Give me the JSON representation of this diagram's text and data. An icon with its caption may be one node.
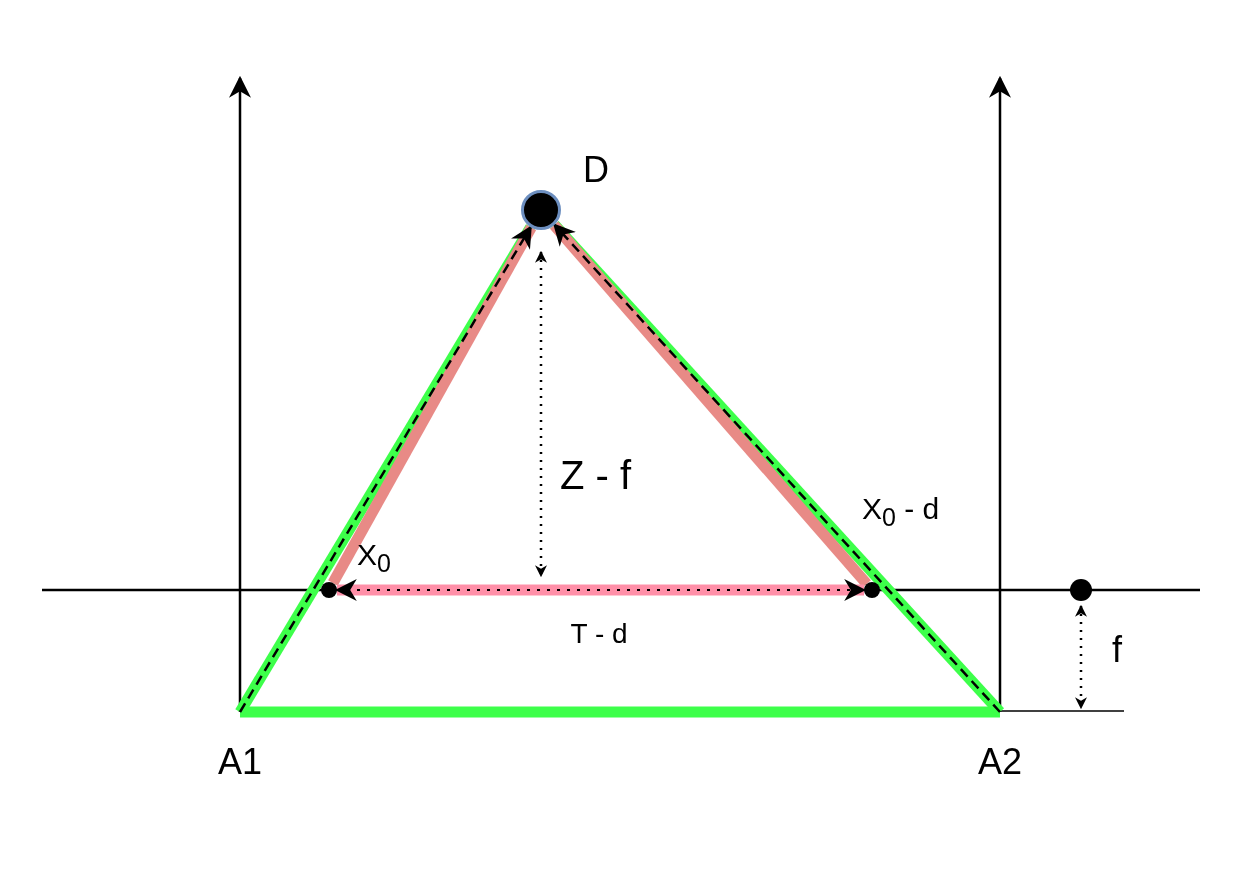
{
  "diagram": {
    "nodes": [
      {
        "text": [],
        "shape": "circle",
        "beside": [
          "D"
        ]
      },
      {
        "text": [
          "A1"
        ]
      },
      {
        "text": [
          "A2"
        ]
      },
      {
        "text": [],
        "shape": "circle",
        "beside": [
          "X$_{0}$"
        ]
      },
      {
        "text": [],
        "shape": "circle",
        "beside": [
          "X$_{0}$ - d"
        ]
      },
      {
        "text": [],
        "shape": "circle"
      }
    ],
    "edges": [
      {
        "from": 1,
        "to": 2,
        "arrow": "none",
        "color": "#3dff4a"
      },
      {
        "from": 1,
        "to": 0,
        "arrow": "none",
        "color": "#3dff4a"
      },
      {
        "from": 2,
        "to": 0,
        "arrow": "none",
        "color": "#3dff4a"
      },
      {
        "from": 3,
        "to": 0,
        "arrow": "none",
        "color": "#e88a86"
      },
      {
        "from": 4,
        "to": 0,
        "arrow": "none",
        "color": "#e88a86"
      },
      {
        "from": 1,
        "to": 0,
        "arrow": "to",
        "style": "dashed",
        "color": "#000000"
      },
      {
        "from": 2,
        "to": 0,
        "arrow": "to",
        "style": "dashed",
        "color": "#000000"
      },
      {
        "from": 3,
        "to": 4,
        "arrow": "both",
        "label": "T - d",
        "color": "#ff8fa8"
      }
    ],
    "labels": [
      "Z - f",
      "f"
    ]
  }
}
